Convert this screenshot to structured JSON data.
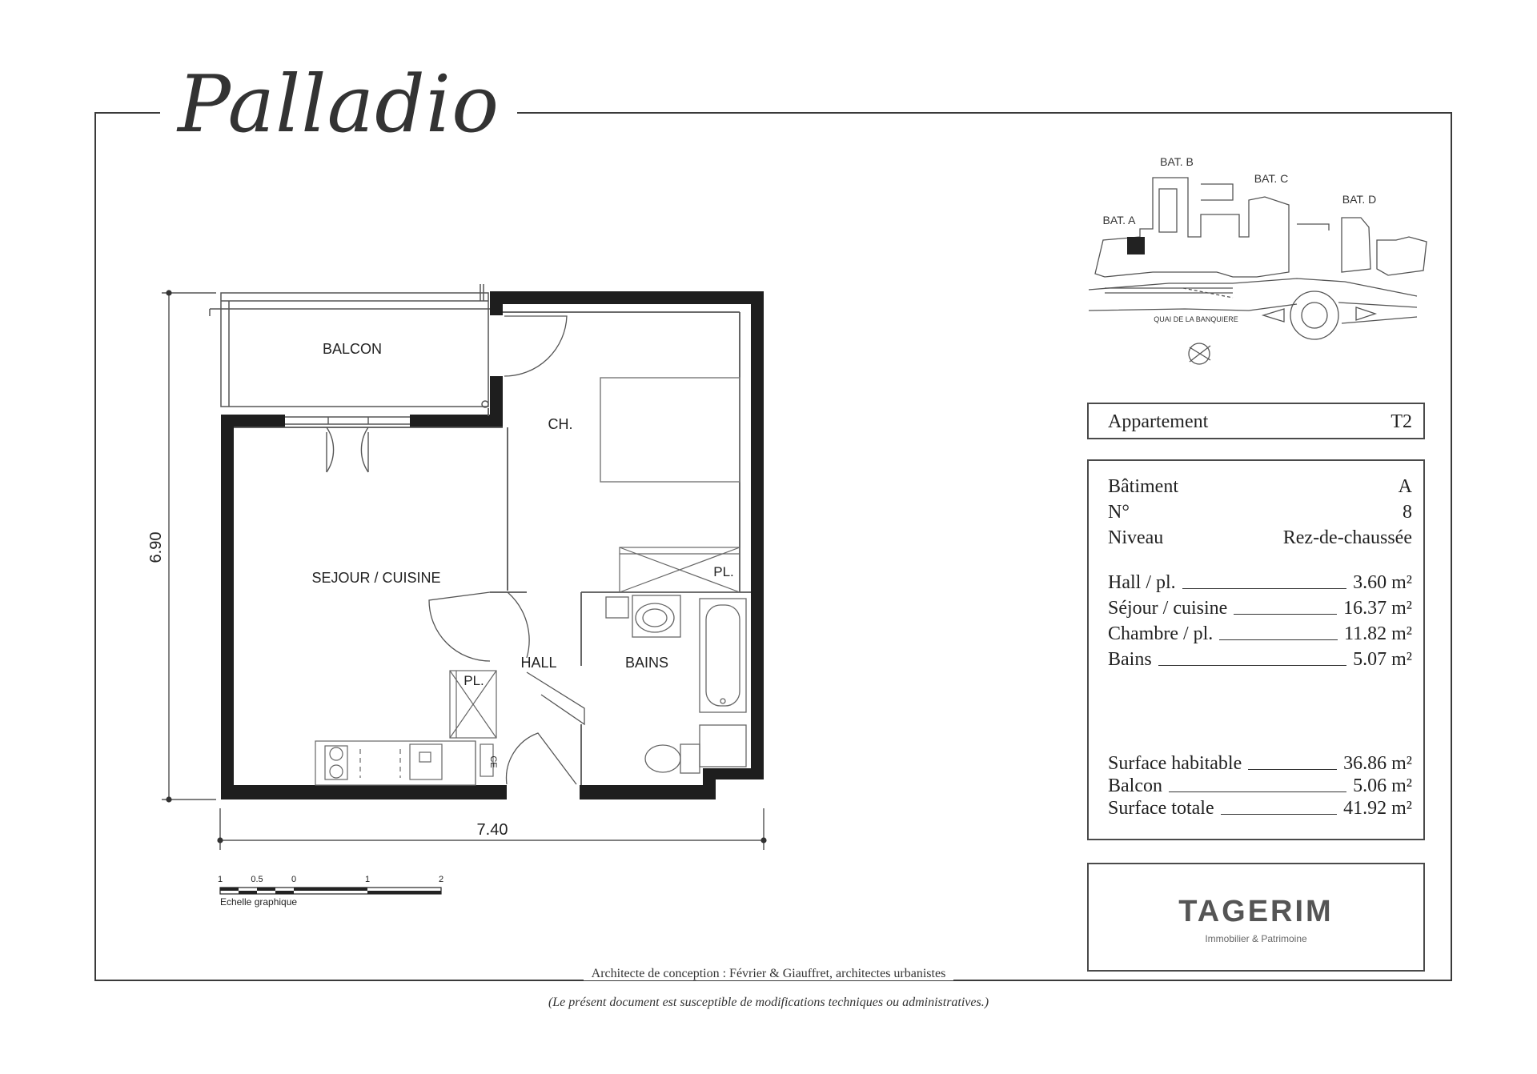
{
  "title": "Palladio",
  "rooms": {
    "balcon": "BALCON",
    "chambre": "CH.",
    "sejour": "SEJOUR / CUISINE",
    "hall": "HALL",
    "bains": "BAINS",
    "placard1": "PL.",
    "placard2": "PL.",
    "chauffe_eau": "CE"
  },
  "dimensions": {
    "height": "6.90",
    "width": "7.40"
  },
  "scale": {
    "ticks": [
      "1",
      "0.5",
      "0",
      "1",
      "2"
    ],
    "label": "Echelle graphique"
  },
  "site_plan": {
    "buildings": [
      "BAT. A",
      "BAT. B",
      "BAT. C",
      "BAT. D"
    ],
    "street": "QUAI DE LA BANQUIERE"
  },
  "apartment": {
    "label": "Appartement",
    "type": "T2"
  },
  "info": {
    "batiment_label": "Bâtiment",
    "batiment": "A",
    "numero_label": "N°",
    "numero": "8",
    "niveau_label": "Niveau",
    "niveau": "Rez-de-chaussée"
  },
  "surfaces": [
    {
      "label": "Hall / pl.",
      "value": "3.60 m²"
    },
    {
      "label": "Séjour / cuisine",
      "value": "16.37 m²"
    },
    {
      "label": "Chambre / pl.",
      "value": "11.82 m²"
    },
    {
      "label": "Bains",
      "value": "5.07 m²"
    }
  ],
  "totals": [
    {
      "label": "Surface habitable",
      "value": "36.86 m²"
    },
    {
      "label": "Balcon",
      "value": "5.06 m²"
    },
    {
      "label": "Surface totale",
      "value": "41.92 m²"
    }
  ],
  "logo": {
    "name": "TAGERIM",
    "tagline": "Immobilier & Patrimoine"
  },
  "footer": {
    "credit": "Architecte de conception : Février & Giauffret, architectes urbanistes",
    "disclaimer": "(Le présent document est susceptible de modifications techniques ou administratives.)"
  }
}
